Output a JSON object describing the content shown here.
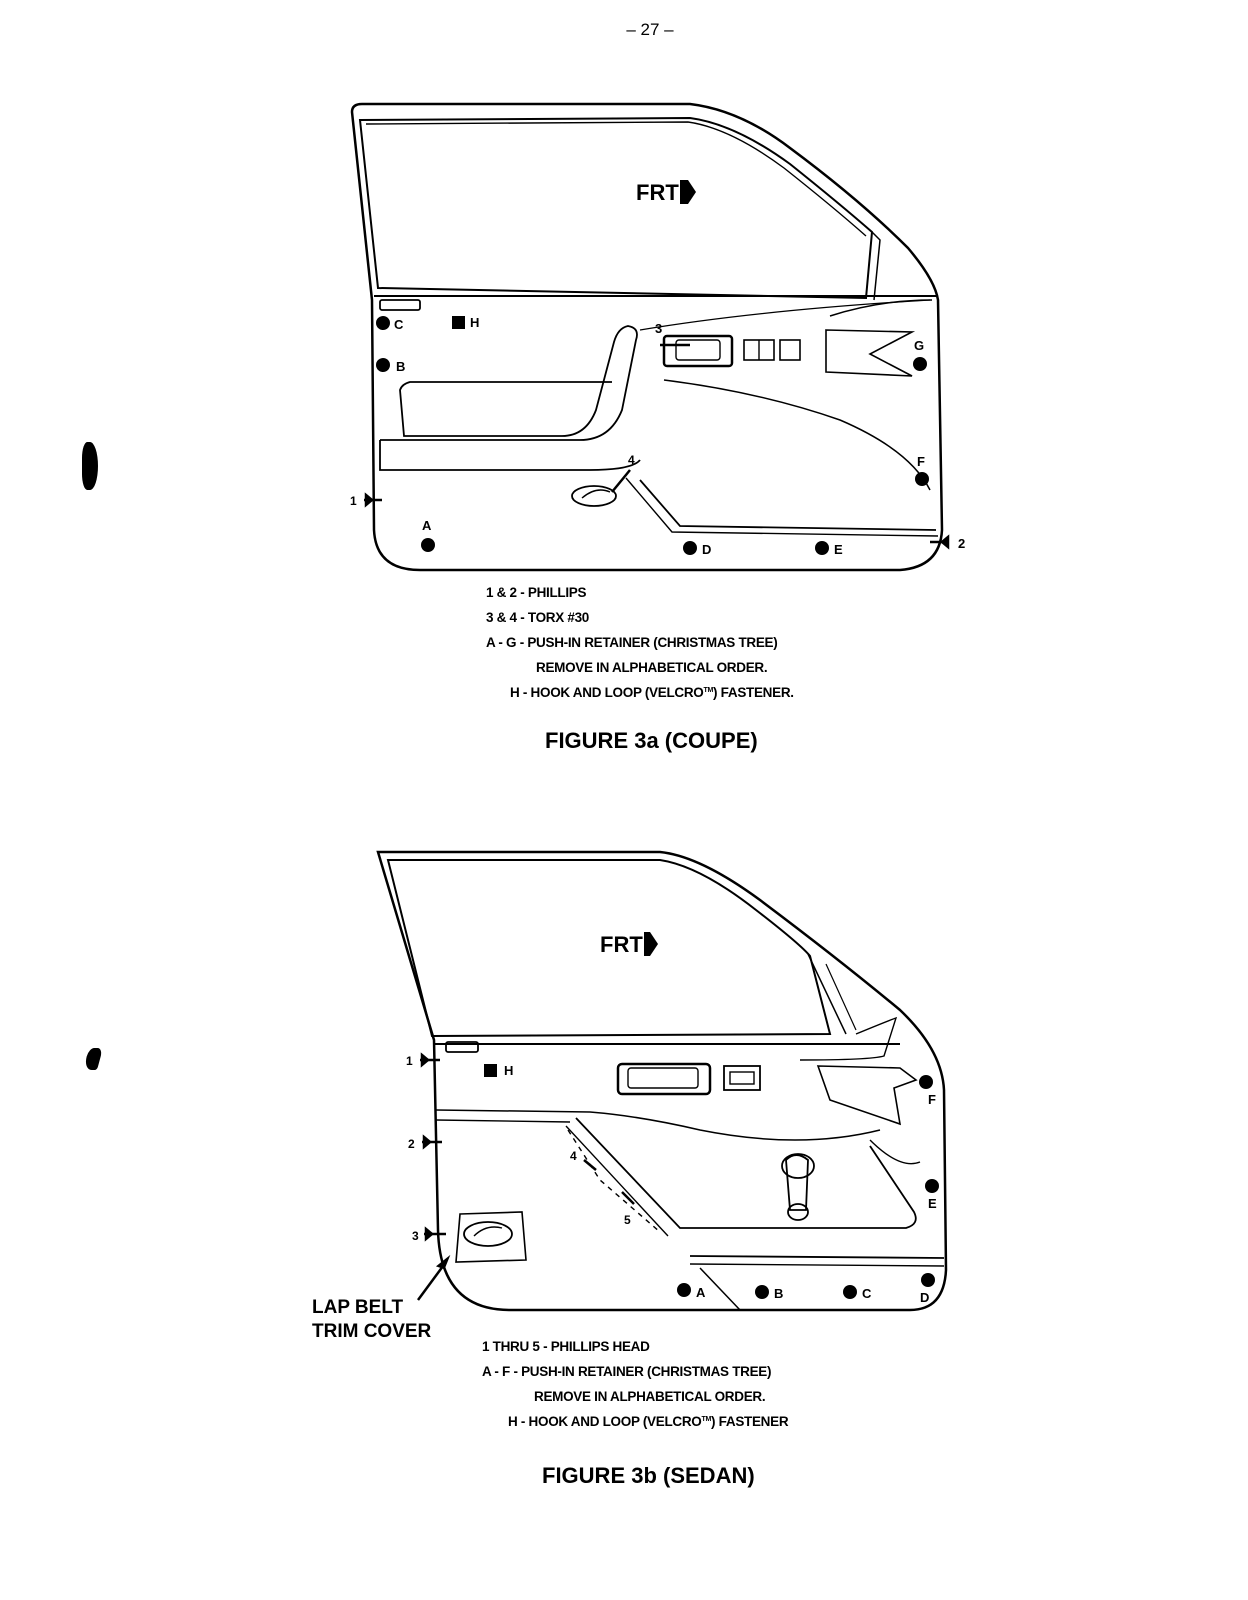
{
  "page_number": "– 27 –",
  "figure_a": {
    "direction_label": "FRT",
    "screw_labels": [
      "1",
      "2",
      "3",
      "4"
    ],
    "retainer_labels": [
      "A",
      "B",
      "C",
      "D",
      "E",
      "F",
      "G"
    ],
    "fastener_label": "H",
    "legend": [
      "1 & 2 - PHILLIPS",
      "3 & 4 - TORX #30",
      "A - G - PUSH-IN RETAINER (CHRISTMAS TREE)",
      "REMOVE IN ALPHABETICAL ORDER.",
      "H - HOOK AND LOOP (VELCRO",
      "TM",
      ") FASTENER."
    ],
    "caption": "FIGURE 3a (COUPE)"
  },
  "figure_b": {
    "direction_label": "FRT",
    "screw_labels": [
      "1",
      "2",
      "3",
      "4",
      "5"
    ],
    "retainer_labels": [
      "A",
      "B",
      "C",
      "D",
      "E",
      "F"
    ],
    "fastener_label": "H",
    "callout": [
      "LAP BELT",
      "TRIM COVER"
    ],
    "legend": [
      "1 THRU 5 - PHILLIPS   HEAD",
      "A - F - PUSH-IN RETAINER (CHRISTMAS TREE)",
      "REMOVE IN ALPHABETICAL ORDER.",
      "H - HOOK AND LOOP (VELCRO",
      "TM",
      ") FASTENER"
    ],
    "caption": "FIGURE 3b (SEDAN)"
  }
}
